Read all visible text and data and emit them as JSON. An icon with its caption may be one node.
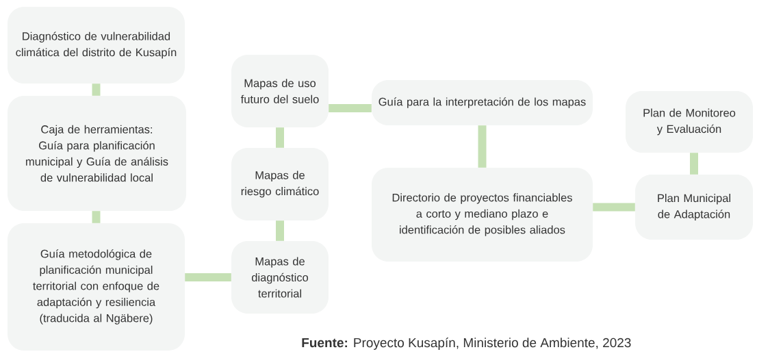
{
  "diagram": {
    "caption": "**Fuente:** Proyecto Kusapín, Ministerio de Ambiente, 2023",
    "nodes": [
      {
        "text": [
          "Diagnóstico de vulnerabilidad climática del distrito de Kusapín"
        ]
      },
      {
        "text": [
          "Caja de herramientas: Guía para planificación municipal y Guía de análisis de vulnerabilidad local"
        ]
      },
      {
        "text": [
          "Guía metodológica de planificación municipal territorial con enfoque de adaptación y resiliencia (traducida al Ngäbere)"
        ]
      },
      {
        "text": [
          "Mapas de uso futuro del suelo"
        ]
      },
      {
        "text": [
          "Mapas de riesgo climático"
        ]
      },
      {
        "text": [
          "Mapas de diagnóstico territorial"
        ]
      },
      {
        "text": [
          "Guía para la interpretación de los mapas"
        ]
      },
      {
        "text": [
          "Directorio de proyectos financiables a corto y mediano plazo e identificación de posibles aliados"
        ]
      },
      {
        "text": [
          "Plan de Monitoreo y Evaluación"
        ]
      },
      {
        "text": [
          "Plan Municipal de Adaptación"
        ]
      }
    ],
    "edges": [
      {
        "from": 0,
        "to": 1,
        "arrow": "none"
      },
      {
        "from": 1,
        "to": 2,
        "arrow": "none"
      },
      {
        "from": 2,
        "to": 5,
        "arrow": "none"
      },
      {
        "from": 5,
        "to": 4,
        "arrow": "none"
      },
      {
        "from": 4,
        "to": 3,
        "arrow": "none"
      },
      {
        "from": 3,
        "to": 6,
        "arrow": "none"
      },
      {
        "from": 6,
        "to": 7,
        "arrow": "none"
      },
      {
        "from": 7,
        "to": 9,
        "arrow": "none"
      },
      {
        "from": 9,
        "to": 8,
        "arrow": "none"
      }
    ]
  }
}
